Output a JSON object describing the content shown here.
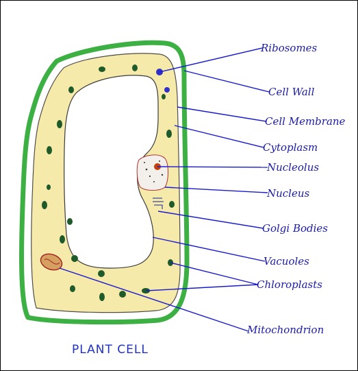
{
  "diagram": {
    "title": "PLANT CELL",
    "labels": [
      {
        "key": "ribosomes",
        "text": "Ribosomes"
      },
      {
        "key": "cell-wall",
        "text": "Cell Wall"
      },
      {
        "key": "cell-membrane",
        "text": "Cell Membrane"
      },
      {
        "key": "cytoplasm",
        "text": "Cytoplasm"
      },
      {
        "key": "nucleolus",
        "text": "Nucleolus"
      },
      {
        "key": "nucleus",
        "text": "Nucleus"
      },
      {
        "key": "golgi-bodies",
        "text": "Golgi Bodies"
      },
      {
        "key": "vacuoles",
        "text": "Vacuoles"
      },
      {
        "key": "chloroplasts",
        "text": "Chloroplasts"
      },
      {
        "key": "mitochondrion",
        "text": "Mitochondrion"
      }
    ],
    "colors": {
      "cell_wall": "#3cb043",
      "cytoplasm": "#f5e7a0",
      "chloroplast": "#1f5a2a",
      "ribosome": "#3030c8",
      "leader_line": "#1a1ad0",
      "label": "#1a1aa8",
      "nucleus_outline": "#b03030",
      "nucleolus": "#c04010",
      "mitochondrion": "#a02020"
    }
  }
}
